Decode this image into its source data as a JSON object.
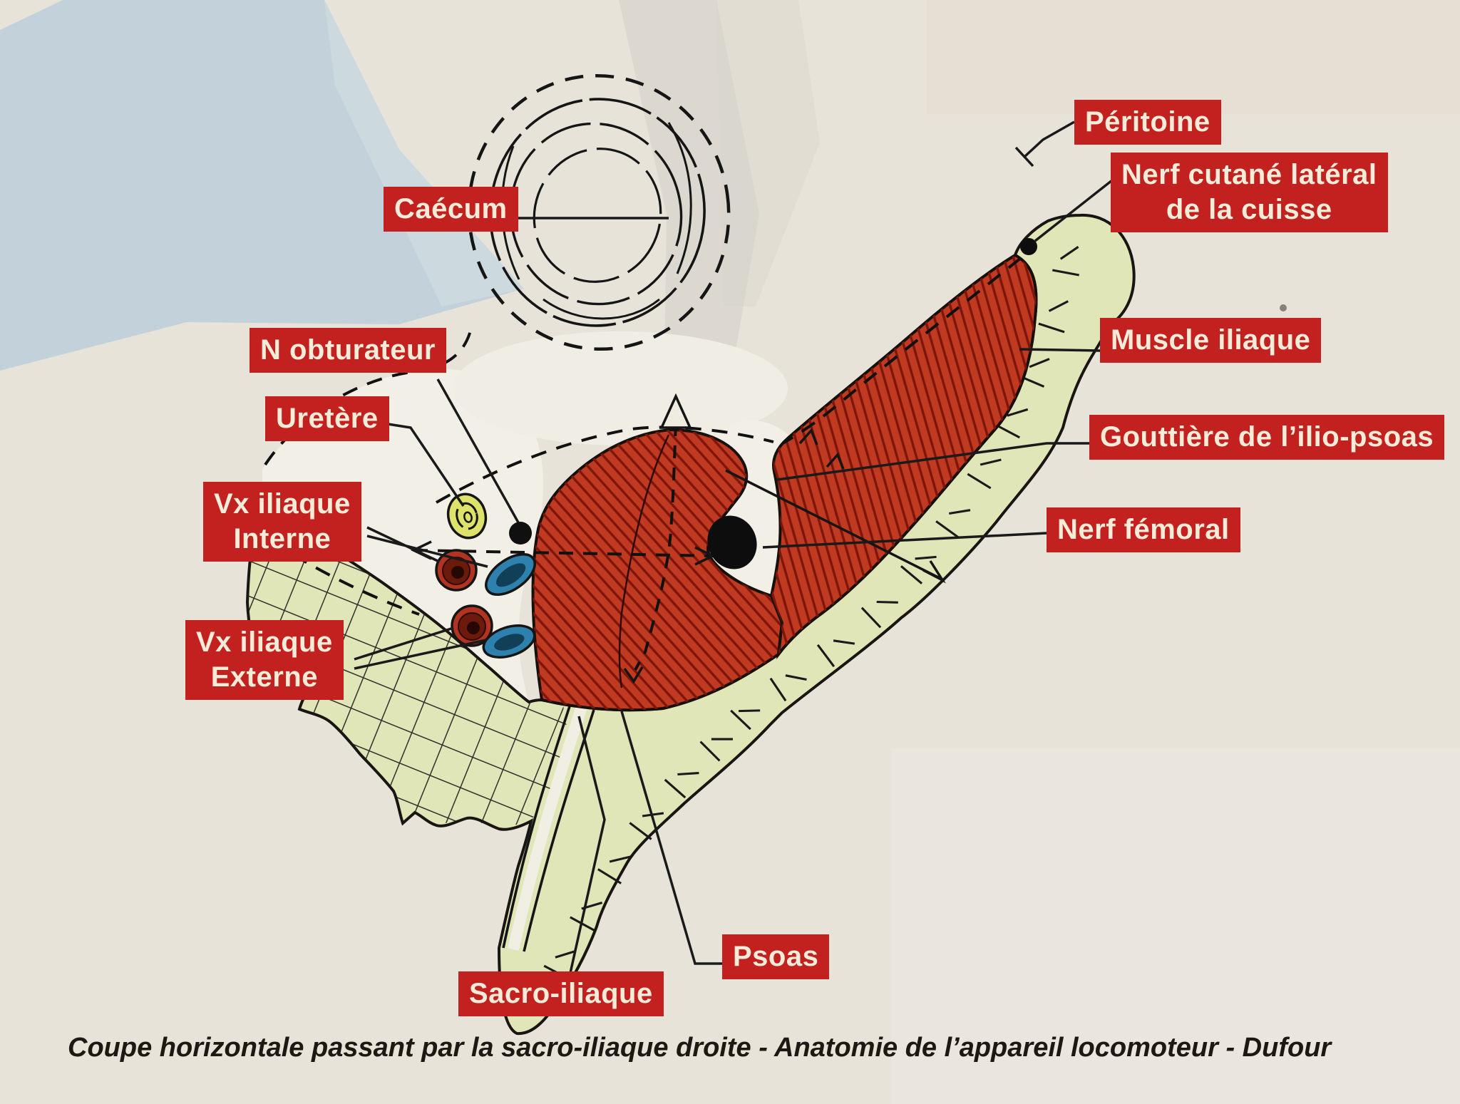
{
  "figure": {
    "type": "anatomical-diagram",
    "caption": "Coupe horizontale passant par la sacro-iliaque droite - Anatomie de l’appareil locomoteur - Dufour"
  },
  "colors": {
    "label_bg": "#c2211f",
    "label_text": "#f4ecd9",
    "muscle_red": "#bf3a21",
    "muscle_hatch": "#7e150a",
    "bone_green": "#e0e6b8",
    "outline": "#1a1a1a",
    "vein_blue": "#2f81ad",
    "artery_red": "#b23420",
    "ureter_yellow": "#dde26a",
    "paper": "#e8e3d9",
    "paper_blue": "#c3d2da"
  },
  "labels": [
    {
      "id": "caecum",
      "text": "Caécum"
    },
    {
      "id": "peritoine",
      "text": "Péritoine"
    },
    {
      "id": "nerf-cutane",
      "text": "Nerf cutané latéral\nde la cuisse"
    },
    {
      "id": "muscle-iliaque",
      "text": "Muscle iliaque"
    },
    {
      "id": "gouttiere",
      "text": "Gouttière de l’ilio-psoas"
    },
    {
      "id": "nerf-femoral",
      "text": "Nerf fémoral"
    },
    {
      "id": "n-obturateur",
      "text": "N obturateur"
    },
    {
      "id": "uretere",
      "text": "Uretère"
    },
    {
      "id": "vx-iliaque-interne",
      "text": "Vx iliaque\nInterne"
    },
    {
      "id": "vx-iliaque-externe",
      "text": "Vx iliaque\nExterne"
    },
    {
      "id": "psoas",
      "text": "Psoas"
    },
    {
      "id": "sacro-iliaque",
      "text": "Sacro-iliaque"
    }
  ]
}
